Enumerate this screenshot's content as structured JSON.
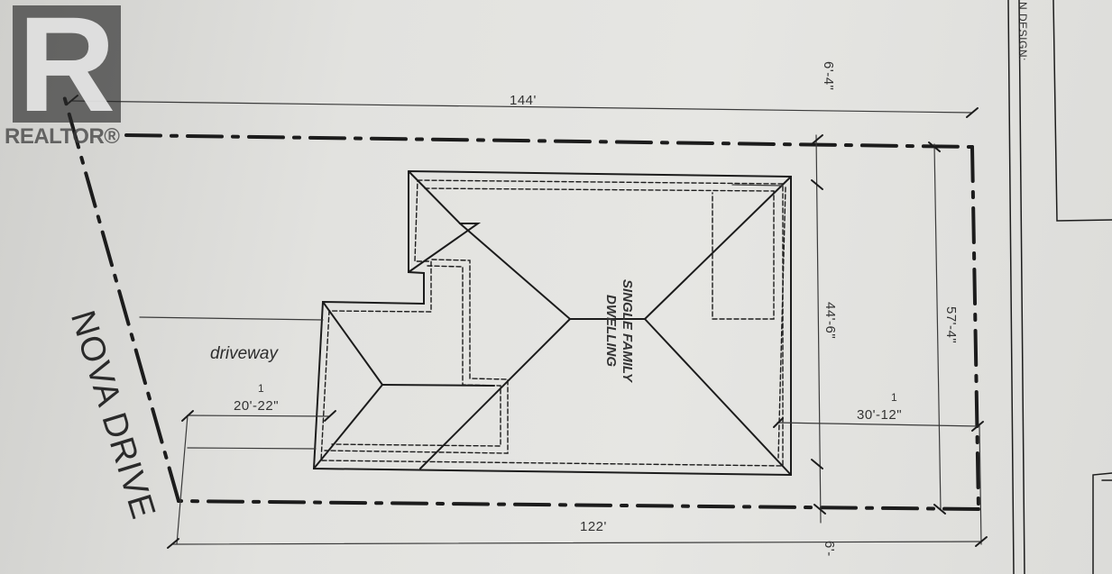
{
  "watermark": {
    "letter": "R",
    "text": "REALTOR®"
  },
  "street": "NOVA DRIVE",
  "driveway": "driveway",
  "dwelling": {
    "line1": "SINGLE FAMILY",
    "line2": "DWELLING"
  },
  "title_block": "N DESIGN:",
  "dimensions": {
    "top_offset": "6'-4\"",
    "top_length": "144'",
    "house_depth": "44'-6\"",
    "lot_depth": "57'-4\"",
    "rear_setback": "30'-12\"",
    "rear_setback_fraction": "1",
    "front_setback": "20'-22\"",
    "front_setback_fraction": "1",
    "bottom_length": "122'",
    "bottom_offset": "6'-"
  },
  "colors": {
    "line": "#1c1c1c",
    "dim_line": "#3a3a3a",
    "paper": "#e2e2df"
  }
}
